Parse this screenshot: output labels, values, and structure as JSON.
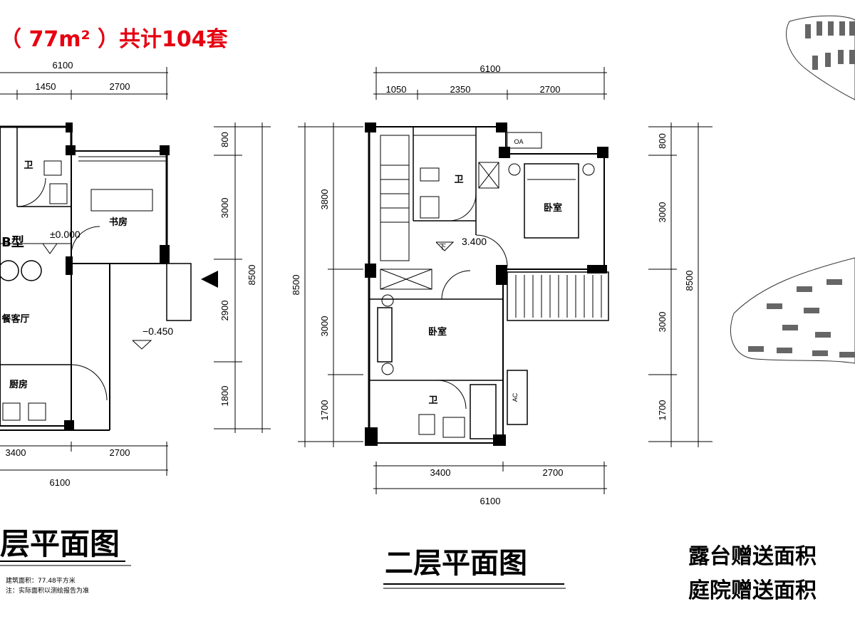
{
  "headline": "（ 77m² ）共计104套",
  "plan1": {
    "title": "层平面图",
    "dims_top": [
      "6100",
      "1450",
      "2700"
    ],
    "dims_bottom": [
      "3400",
      "2700",
      "6100"
    ],
    "dims_right": [
      "800",
      "3000",
      "2900",
      "1800",
      "8500"
    ],
    "rooms": {
      "bath": "卫",
      "study": "书房",
      "type": "B型",
      "living": "餐客厅",
      "kitchen": "厨房"
    },
    "levels": {
      "main": "±0.000",
      "lower": "−0.450"
    },
    "notes": [
      "建筑面积：77.48平方米",
      "注：实际面积以测绘报告为准"
    ]
  },
  "plan2": {
    "title": "二层平面图",
    "dims_top": [
      "6100",
      "1050",
      "2350",
      "2700"
    ],
    "dims_bottom": [
      "3400",
      "2700",
      "6100"
    ],
    "dims_left": [
      "3800",
      "8500",
      "3000",
      "1700"
    ],
    "dims_right": [
      "800",
      "3000",
      "8500",
      "3000",
      "1700"
    ],
    "rooms": {
      "bath_upper": "卫",
      "bedroom_upper": "卧室",
      "bedroom_lower": "卧室",
      "bath_lower": "卫",
      "ac_upper": "OA",
      "ac_lower": "AC"
    },
    "levels": {
      "floor": "3.400"
    },
    "stair_mark": "下"
  },
  "bonus": [
    "露台赠送面积",
    "庭院赠送面积"
  ]
}
